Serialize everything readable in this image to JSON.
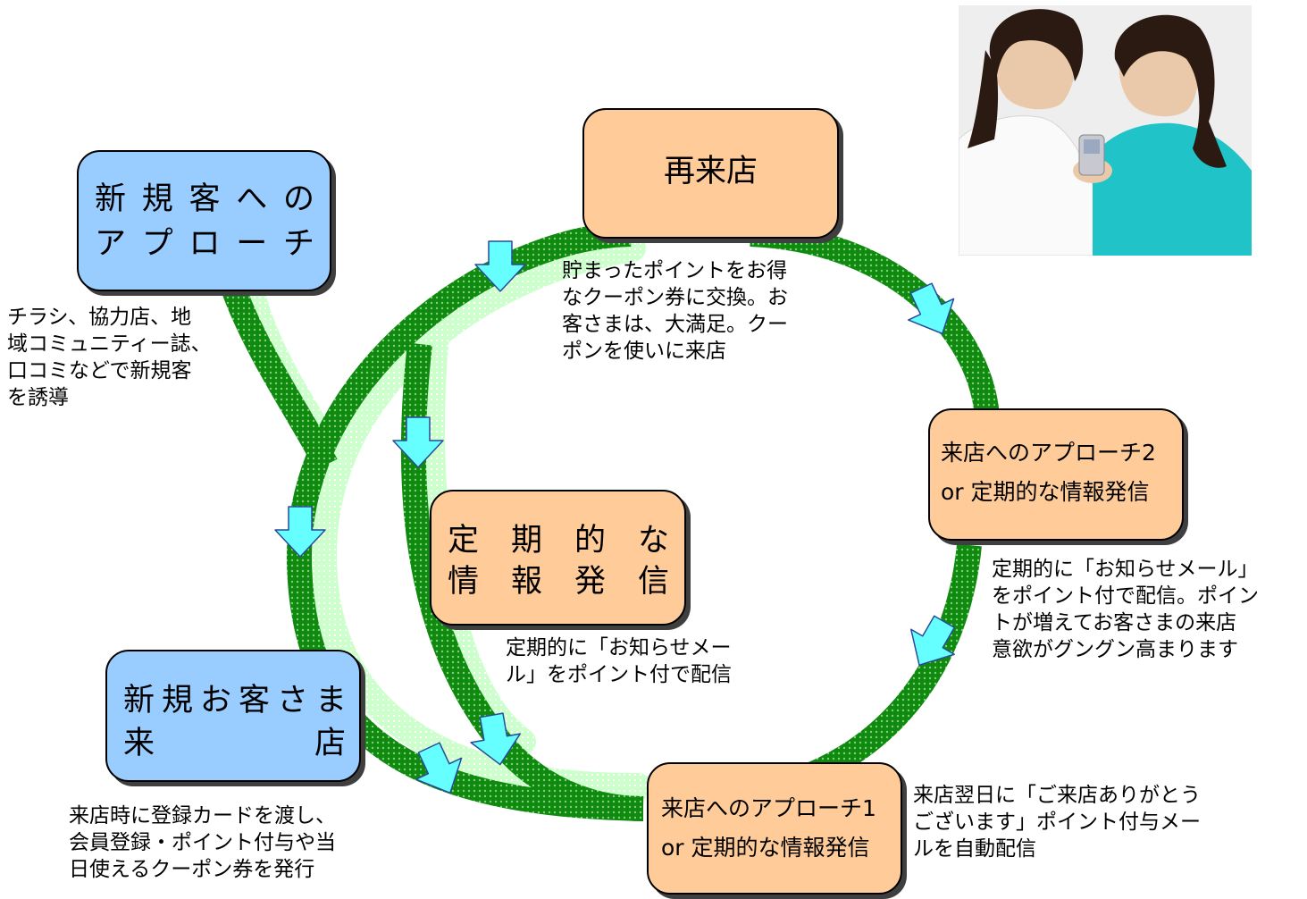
{
  "boxes": {
    "new_approach": {
      "line1": "新規客への",
      "line2": "アプローチ"
    },
    "revisit": {
      "label": "再来店"
    },
    "approach2": {
      "line1": "来店へのアプローチ2",
      "line2": "or 定期的な情報発信"
    },
    "periodic": {
      "line1": "定期的な",
      "line2": "情報発信"
    },
    "new_customer": {
      "line1": "新規お客さま",
      "line2a": "来",
      "line2b": "店"
    },
    "approach1": {
      "line1": "来店へのアプローチ1",
      "line2": "or 定期的な情報発信"
    }
  },
  "captions": {
    "new_approach": "チラシ、協力店、地\n域コミュニティー誌、\n口コミなどで新規客\nを誘導",
    "revisit": "貯まったポイントをお得\nなクーポン券に交換。お\n客さまは、大満足。クー\nポンを使いに来店",
    "approach2": "定期的に「お知らせメール」\nをポイント付で配信。ポイン\nトが増えてお客さまの来店\n意欲がグングン高まります",
    "periodic": "定期的に「お知らせメー\nル」をポイント付で配信",
    "new_customer": "来店時に登録カードを渡し、\n会員登録・ポイント付与や当\n日使えるクーポン券を発行",
    "approach1": "来店翌日に「ご来店ありがとう\nございます」ポイント付与メー\nルを自動配信"
  },
  "colors": {
    "blue_box": "#99ccff",
    "orange_box": "#ffcc99",
    "path_dark": "#1a8f1a",
    "path_light": "#ccffcc",
    "arrow": "#66ffff"
  },
  "photo": {
    "icon": "two-women-with-phone-photo"
  }
}
